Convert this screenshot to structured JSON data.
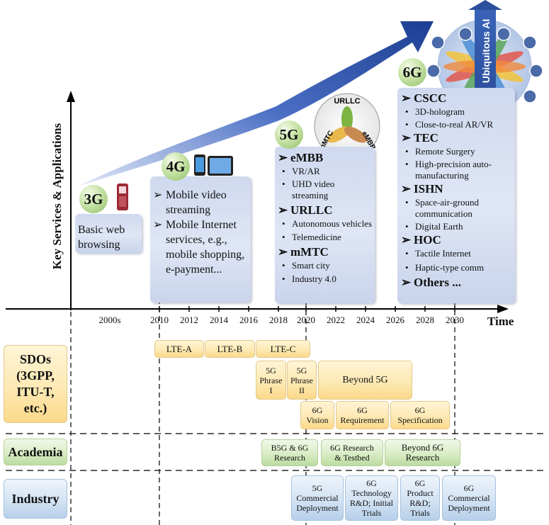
{
  "axes": {
    "y_label": "Key Services & Applications",
    "x_label": "Time"
  },
  "years": [
    "2000s",
    "2010",
    "2012",
    "2014",
    "2016",
    "2018",
    "2020",
    "2022",
    "2024",
    "2026",
    "2028",
    "2030"
  ],
  "generations": {
    "g3": {
      "badge": "3G",
      "text": "Basic web browsing"
    },
    "g4": {
      "badge": "4G",
      "items": [
        "Mobile video streaming",
        "Mobile Internet services, e.g., mobile shopping, e-payment..."
      ]
    },
    "g5": {
      "badge": "5G",
      "groups": [
        {
          "title": "eMBB",
          "items": [
            "VR/AR",
            "UHD video streaming"
          ]
        },
        {
          "title": "URLLC",
          "items": [
            "Autonomous vehicles",
            "Telemedicine"
          ]
        },
        {
          "title": "mMTC",
          "items": [
            "Smart city",
            "Industry 4.0"
          ]
        }
      ],
      "triangle": {
        "top": "URLLC",
        "left": "mMTC",
        "right": "eMBB"
      }
    },
    "g6": {
      "badge": "6G",
      "groups": [
        {
          "title": "CSCC",
          "items": [
            "3D-hologram",
            "Close-to-real AR/VR"
          ]
        },
        {
          "title": "TEC",
          "items": [
            "Remote Surgery",
            "High-precision auto-manufacturing"
          ]
        },
        {
          "title": "ISHN",
          "items": [
            "Space-air-ground communication",
            "Digital Earth"
          ]
        },
        {
          "title": "HOC",
          "items": [
            "Tactile Internet",
            "Haptic-type comm"
          ]
        }
      ],
      "others": "Others ...",
      "ai_label": "Ubiquitous AI"
    }
  },
  "rows": {
    "sdos": {
      "label": "SDOs (3GPP, ITU-T, etc.)",
      "boxes": [
        "LTE-A",
        "LTE-B",
        "LTE-C",
        "5G Phrase I",
        "5G Phrase II",
        "Beyond 5G",
        "6G Vision",
        "6G Requirement",
        "6G Specification"
      ]
    },
    "academia": {
      "label": "Academia",
      "boxes": [
        "B5G & 6G Research",
        "6G Research & Testbed",
        "Beyond 6G Research"
      ]
    },
    "industry": {
      "label": "Industry",
      "boxes": [
        "5G Commercial Deployment",
        "6G Technology R&D; Initial Trials",
        "6G Product R&D; Trials",
        "6G Commercial Deployment"
      ]
    }
  },
  "colors": {
    "arrow_blue": "#2a4fa0",
    "badge_green": "#a9d08e",
    "sdo_yellow": "#fde9b4",
    "academia_green": "#d9ecc5",
    "industry_blue": "#d3e3f3"
  }
}
